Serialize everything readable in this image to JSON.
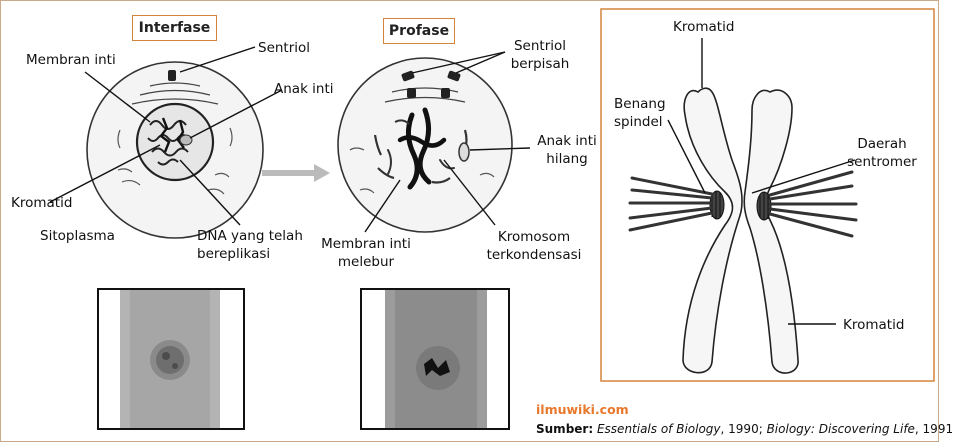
{
  "titles": {
    "interphase": "Interfase",
    "prophase": "Profase"
  },
  "interphase_labels": {
    "sentriol": "Sentriol",
    "membran_inti": "Membran inti",
    "anak_inti": "Anak inti",
    "kromatid": "Kromatid",
    "sitoplasma": "Sitoplasma",
    "dna_line1": "DNA yang telah",
    "dna_line2": "bereplikasi"
  },
  "prophase_labels": {
    "sentriol_line1": "Sentriol",
    "sentriol_line2": "berpisah",
    "anak_inti_line1": "Anak inti",
    "anak_inti_line2": "hilang",
    "membran_line1": "Membran inti",
    "membran_line2": "melebur",
    "kromosom_line1": "Kromosom",
    "kromosom_line2": "terkondensasi"
  },
  "chromosome_labels": {
    "kromatid_top": "Kromatid",
    "benang_line1": "Benang",
    "benang_line2": "spindel",
    "daerah_line1": "Daerah",
    "daerah_line2": "sentromer",
    "kromatid_bottom": "Kromatid"
  },
  "footer": {
    "site": "ilmuwiki.com",
    "source_label": "Sumber:",
    "book1": "Essentials of Biology",
    "year1": ", 1990;",
    "book2": "Biology: Discovering Life",
    "year2": ", 1991"
  },
  "colors": {
    "title_border": "#d4843c",
    "panel_border": "#d4843c",
    "site_text": "#e8782c"
  }
}
